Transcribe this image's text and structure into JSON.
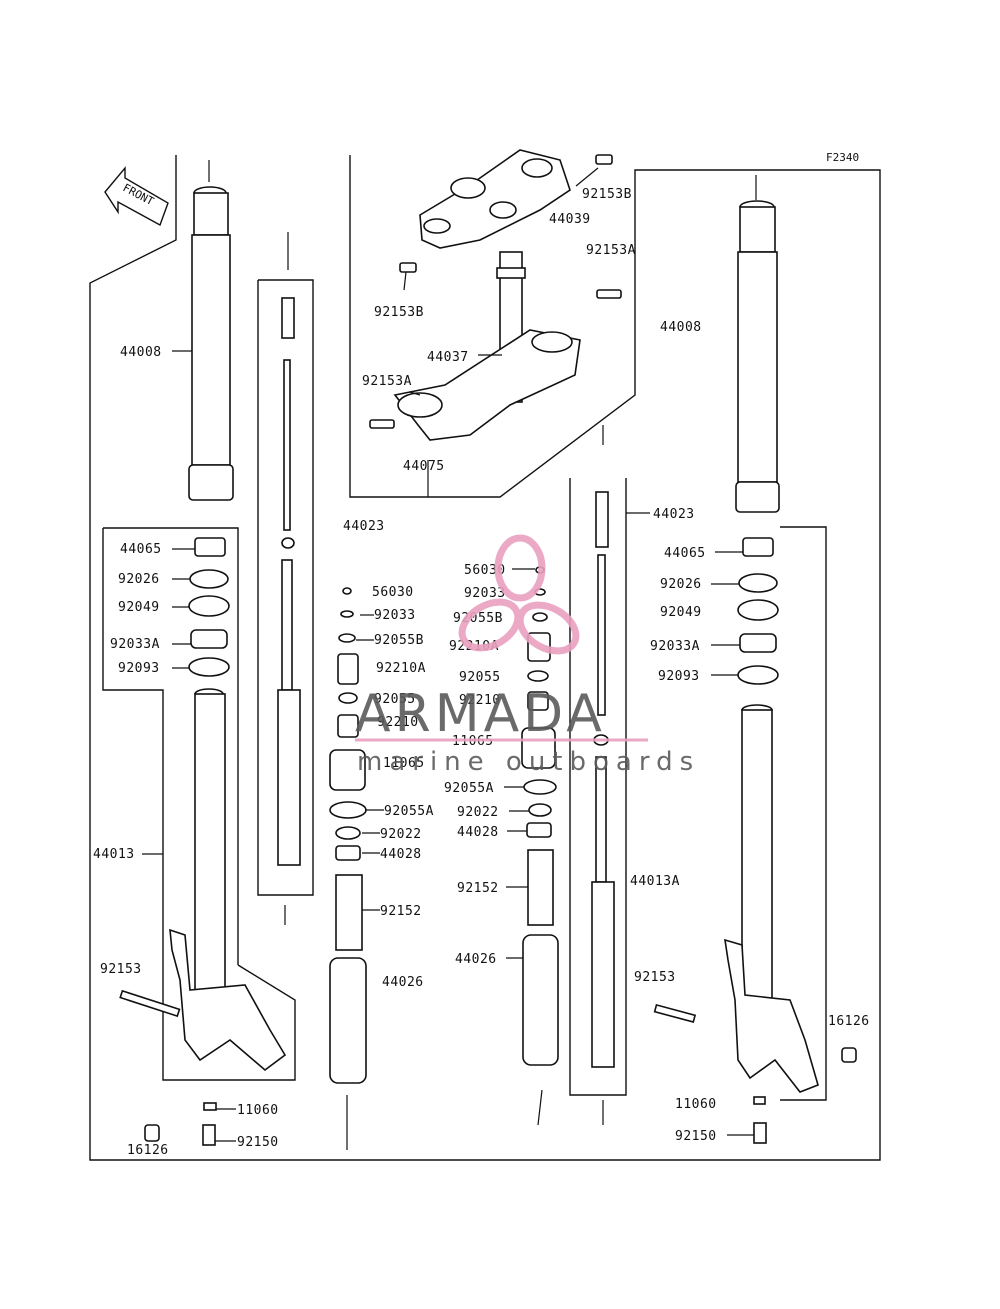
{
  "figure_code": "F2340",
  "front_arrow_label": "FRONT",
  "watermark": {
    "brand": "ARMADA",
    "tagline": "marine outboards",
    "color": "#e9a0c0"
  },
  "labels": {
    "top_92153B": "92153B",
    "top_44039": "44039",
    "top_92153A": "92153A",
    "top_92153B_lower": "92153B",
    "top_44037": "44037",
    "top_92153A_lower": "92153A",
    "top_44075": "44075",
    "left_44008": "44008",
    "left_44065": "44065",
    "left_92026": "92026",
    "left_92049": "92049",
    "left_92033A": "92033A",
    "left_92093": "92093",
    "left_44013": "44013",
    "left_92153": "92153",
    "left_11060": "11060",
    "left_92150": "92150",
    "left_16126": "16126",
    "mid_44023": "44023",
    "c1_56030": "56030",
    "c1_92033": "92033",
    "c1_92055B": "92055B",
    "c1_92210A": "92210A",
    "c1_92055": "92055",
    "c1_92210": "92210",
    "c1_11065": "11065",
    "c1_92055A": "92055A",
    "c1_92022": "92022",
    "c1_44028": "44028",
    "c1_92152": "92152",
    "c1_44026": "44026",
    "c2_56030": "56030",
    "c2_92033": "92033",
    "c2_92055B": "92055B",
    "c2_92210A": "92210A",
    "c2_92055": "92055",
    "c2_92210": "92210",
    "c2_11065": "11065",
    "c2_92055A": "92055A",
    "c2_92022": "92022",
    "c2_44028": "44028",
    "c2_92152": "92152",
    "c2_44026": "44026",
    "right_44008": "44008",
    "right_44023": "44023",
    "right_44065": "44065",
    "right_92026": "92026",
    "right_92049": "92049",
    "right_92033A": "92033A",
    "right_92093": "92093",
    "right_44013A": "44013A",
    "right_92153": "92153",
    "right_16126": "16126",
    "right_11060": "11060",
    "right_92150": "92150"
  }
}
